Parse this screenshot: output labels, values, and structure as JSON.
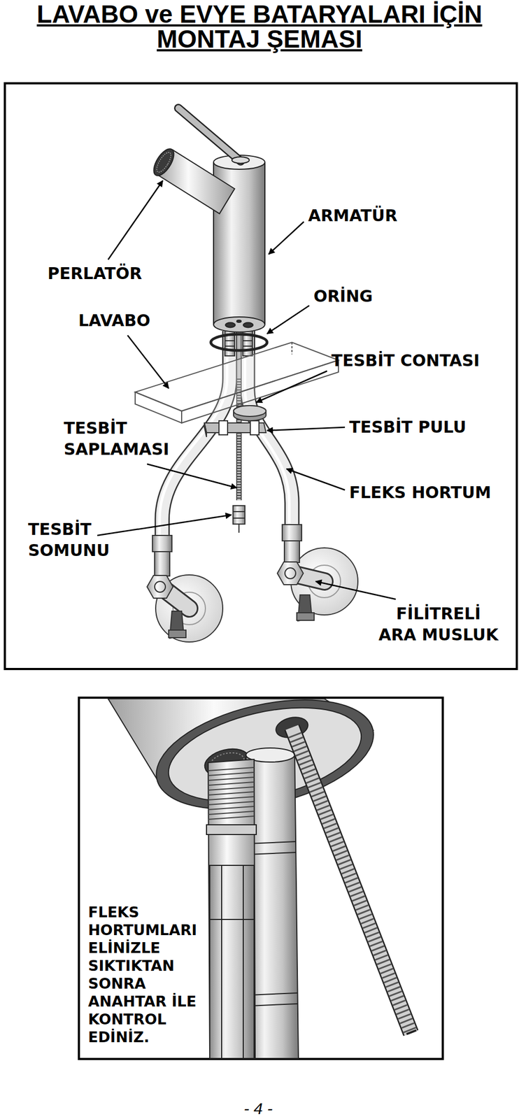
{
  "diagram": {
    "title": "LAVABO ve EVYE BATARYALARI İÇİN MONTAJ ŞEMASI",
    "labels": [
      "PERLATÖR",
      "ARMATÜR",
      "ORİNG",
      "LAVABO",
      "TESBİT CONTASI",
      "TESBİT SAPLAMASI",
      "TESBİT PULU",
      "FLEKS HORTUM",
      "TESBİT SOMUNU",
      "FİLİTRELİ ARA MUSLUK",
      "FLEKS HORTUMLARI ELİNİZLE SIKTIKTAN SONRA ANAHTAR İLE KONTROL EDİNİZ.",
      "- 4 -"
    ]
  }
}
